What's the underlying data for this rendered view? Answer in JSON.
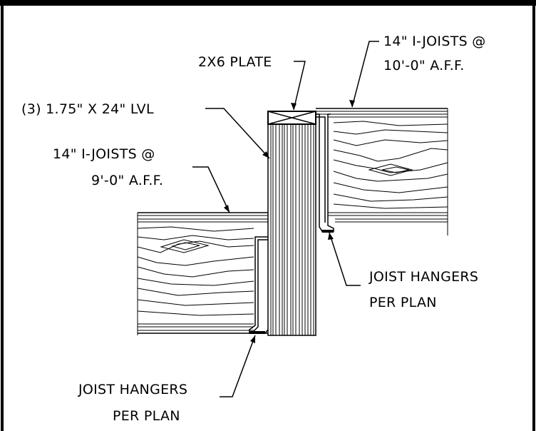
{
  "labels": {
    "upper_joists": {
      "line1": "14\" I-JOISTS @",
      "line2": "10'-0\" A.F.F."
    },
    "plate": "2X6 PLATE",
    "lvl": "(3) 1.75\" X 24\" LVL",
    "lower_joists": {
      "line1": "14\" I-JOISTS @",
      "line2": "9'-0\" A.F.F."
    },
    "hangers_right": {
      "line1": "JOIST HANGERS",
      "line2": "PER PLAN"
    },
    "hangers_bottom": {
      "line1": "JOIST HANGERS",
      "line2": "PER PLAN"
    }
  },
  "colors": {
    "ink": "#000000",
    "paper": "#ffffff"
  }
}
